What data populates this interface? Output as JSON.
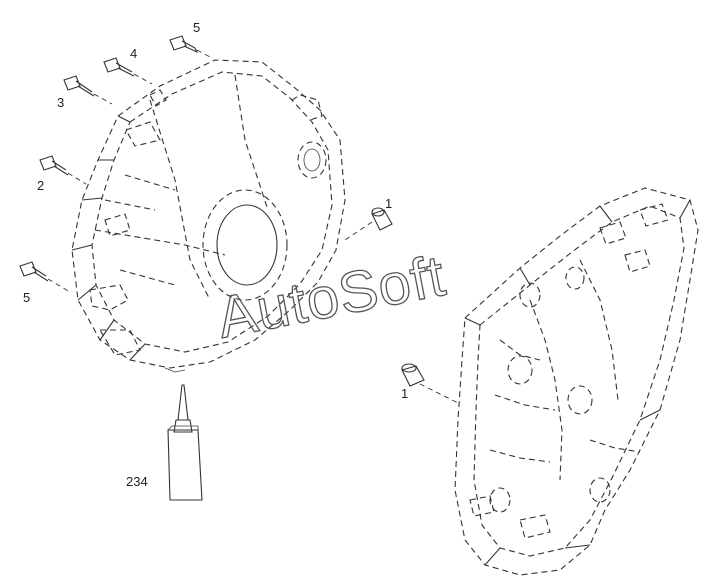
{
  "watermark": "AutoSoft",
  "callouts": {
    "bolt_top": "5",
    "bolt_upper": "4",
    "bolt_mid": "3",
    "bolt_side": "2",
    "bolt_lower": "5",
    "plug_right": "1",
    "plug_lower": "1",
    "sealant": "234"
  }
}
